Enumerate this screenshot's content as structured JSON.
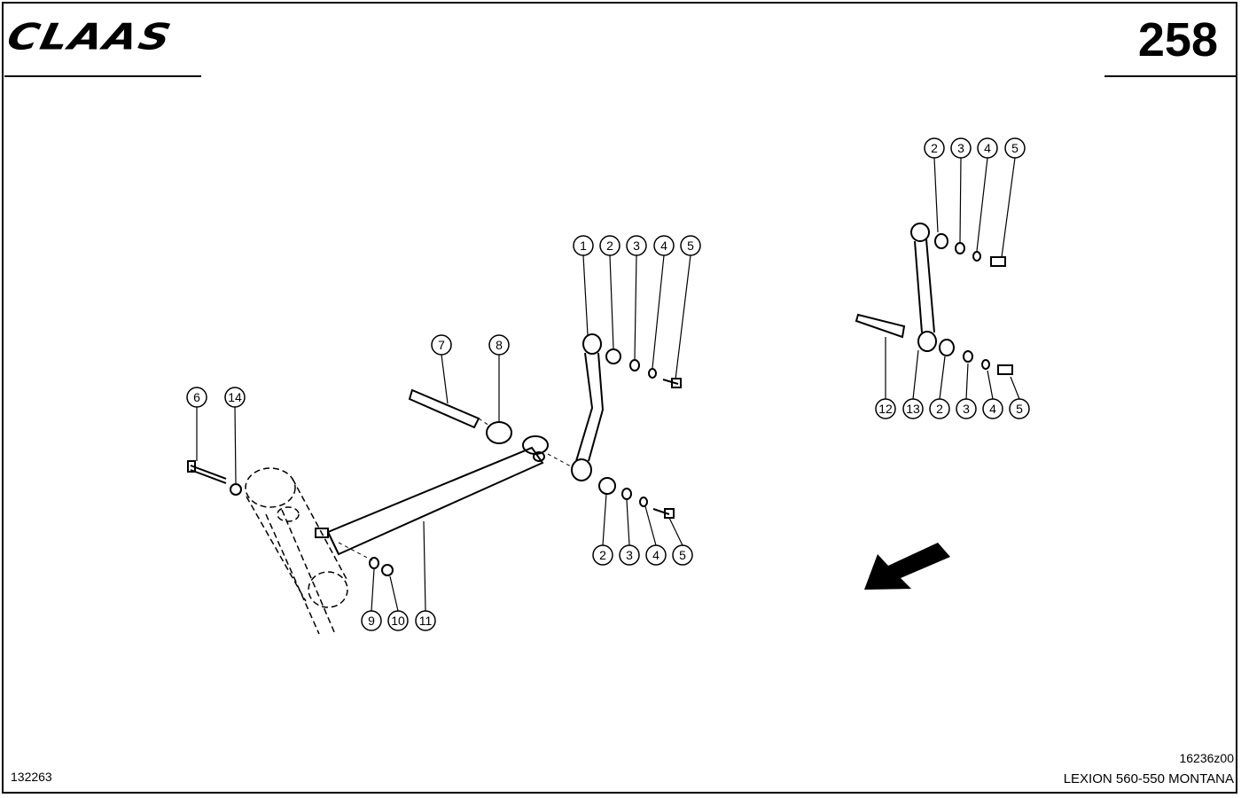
{
  "header": {
    "logo_text": "CLAAS",
    "page_number": "258"
  },
  "callouts": {
    "left_top": [
      "1",
      "2",
      "3",
      "4",
      "5"
    ],
    "left_mid": [
      "7",
      "8"
    ],
    "left_bolt": [
      "6",
      "14"
    ],
    "left_bottom": [
      "2",
      "3",
      "4",
      "5"
    ],
    "left_lower": [
      "9",
      "10",
      "11"
    ],
    "right_top": [
      "2",
      "3",
      "4",
      "5"
    ],
    "right_bottom": [
      "12",
      "13",
      "2",
      "3",
      "4",
      "5"
    ]
  },
  "footer": {
    "doc_number": "132263",
    "drawing_id": "16236z00",
    "model": "LEXION 560-550 MONTANA"
  }
}
